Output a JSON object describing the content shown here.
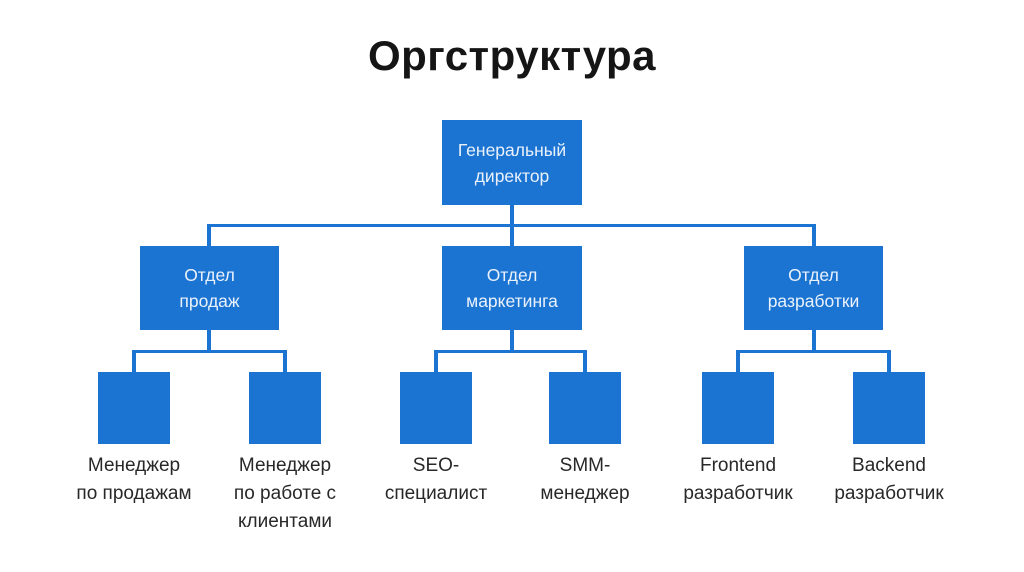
{
  "title": "Оргструктура",
  "colors": {
    "box_blue": "#1b74d1",
    "line_blue": "#1b74d1",
    "box_text": "#eaf1fb",
    "title_text": "#151515",
    "label_text": "#282828",
    "background": "#ffffff"
  },
  "tree": {
    "ceo": {
      "label": "Генеральный\nдиректор"
    },
    "departments": [
      {
        "label": "Отдел\nпродаж"
      },
      {
        "label": "Отдел\nмаркетинга"
      },
      {
        "label": "Отдел\nразработки"
      }
    ],
    "leaves": [
      {
        "label": "Менеджер\nпо продажам"
      },
      {
        "label": "Менеджер\nпо работе с\nклиентами"
      },
      {
        "label": "SEO-\nспециалист"
      },
      {
        "label": "SMM-\nменеджер"
      },
      {
        "label": "Frontend\nразработчик"
      },
      {
        "label": "Backend\nразработчик"
      }
    ]
  }
}
